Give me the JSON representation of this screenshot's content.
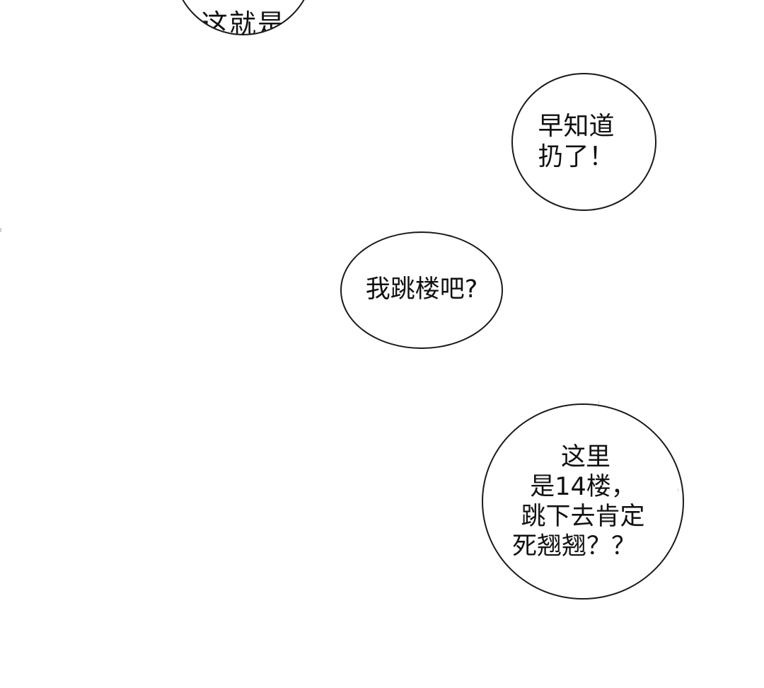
{
  "bubbles": {
    "top": {
      "lines": [
        "这就是"
      ]
    },
    "b1": {
      "lines": [
        "早知道",
        "扔了！"
      ]
    },
    "b2": {
      "lines": [
        "我跳楼吧?"
      ]
    },
    "b3": {
      "lines": [
        "这里",
        "是14楼，",
        "跳下去肯定",
        "死翘翘？？"
      ]
    }
  },
  "colors": {
    "background": "#ffffff",
    "stroke": "#1a1a1a",
    "text": "#111111"
  }
}
